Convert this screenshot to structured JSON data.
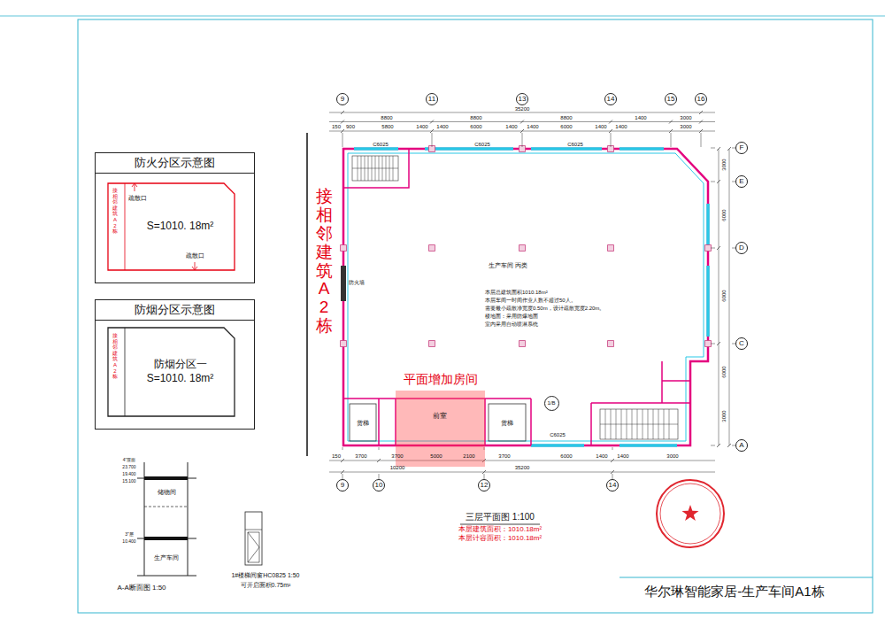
{
  "diagram": {
    "title": "华尔琳智能家居-生产车间A1栋",
    "nodes": [
      {
        "text": [
          "防火分区示意图"
        ]
      },
      {
        "text": [
          "S=1010. 18m²"
        ],
        "in": 0
      },
      {
        "text": [
          "防烟分区示意图"
        ]
      },
      {
        "text": [
          "防烟分区一",
          "S=1010. 18m²"
        ],
        "in": 2
      },
      {
        "text": [
          "平面增加房间"
        ]
      },
      {
        "text": [
          "9"
        ]
      },
      {
        "text": [
          "11"
        ]
      },
      {
        "text": [
          "13"
        ]
      },
      {
        "text": [
          "14"
        ]
      },
      {
        "text": [
          "15"
        ]
      },
      {
        "text": [
          "16"
        ]
      },
      {
        "text": [
          "9"
        ]
      },
      {
        "text": [
          "10"
        ]
      },
      {
        "text": [
          "12"
        ]
      },
      {
        "text": [
          "14"
        ]
      },
      {
        "text": [
          "F"
        ]
      },
      {
        "text": [
          "E"
        ]
      },
      {
        "text": [
          "D"
        ]
      },
      {
        "text": [
          "C"
        ]
      },
      {
        "text": [
          "A"
        ]
      },
      {
        "text": [
          "1/B"
        ]
      }
    ],
    "labels": [
      "接相邻建筑A2栋",
      "接相邻建筑A2栋",
      "接相邻建筑A2栋",
      "疏散口",
      "疏散口",
      "防火墙",
      "生产车间  丙类",
      "本层总建筑面积1010.18m²",
      "本层车间一时间作业人数不超过50人。",
      "需要最小疏散净宽度0.50m，设计疏散宽度2.20m。",
      "楼地面：采用防爆地面",
      "室内采用自动喷淋系统",
      "三层平面图 1:100",
      "本层建筑面积：1010.18m²",
      "本层计容面积：1010.18m²",
      "A-A断面图 1:50",
      "1#楼梯间窗HC0825 1:50",
      "可开启面积0.75m²",
      "储物间",
      "生产车间",
      "4\"屋面",
      "23.700",
      "19.400",
      "15.100",
      "3\"层",
      "10.400",
      "35200",
      "8800",
      "8800",
      "8800",
      "1400",
      "3000",
      "150",
      "900",
      "5800",
      "1400",
      "1400",
      "6000",
      "1400",
      "1400",
      "6000",
      "1400",
      "1400",
      "3000",
      "150",
      "3700",
      "3700",
      "5000",
      "2100",
      "3700",
      "6000",
      "1400",
      "1400",
      "3000",
      "10200",
      "35200",
      "3000",
      "6000",
      "6000",
      "6000",
      "3000",
      "C6025",
      "C6025",
      "C6025",
      "C6025",
      "前室",
      "货梯",
      "货梯"
    ]
  }
}
